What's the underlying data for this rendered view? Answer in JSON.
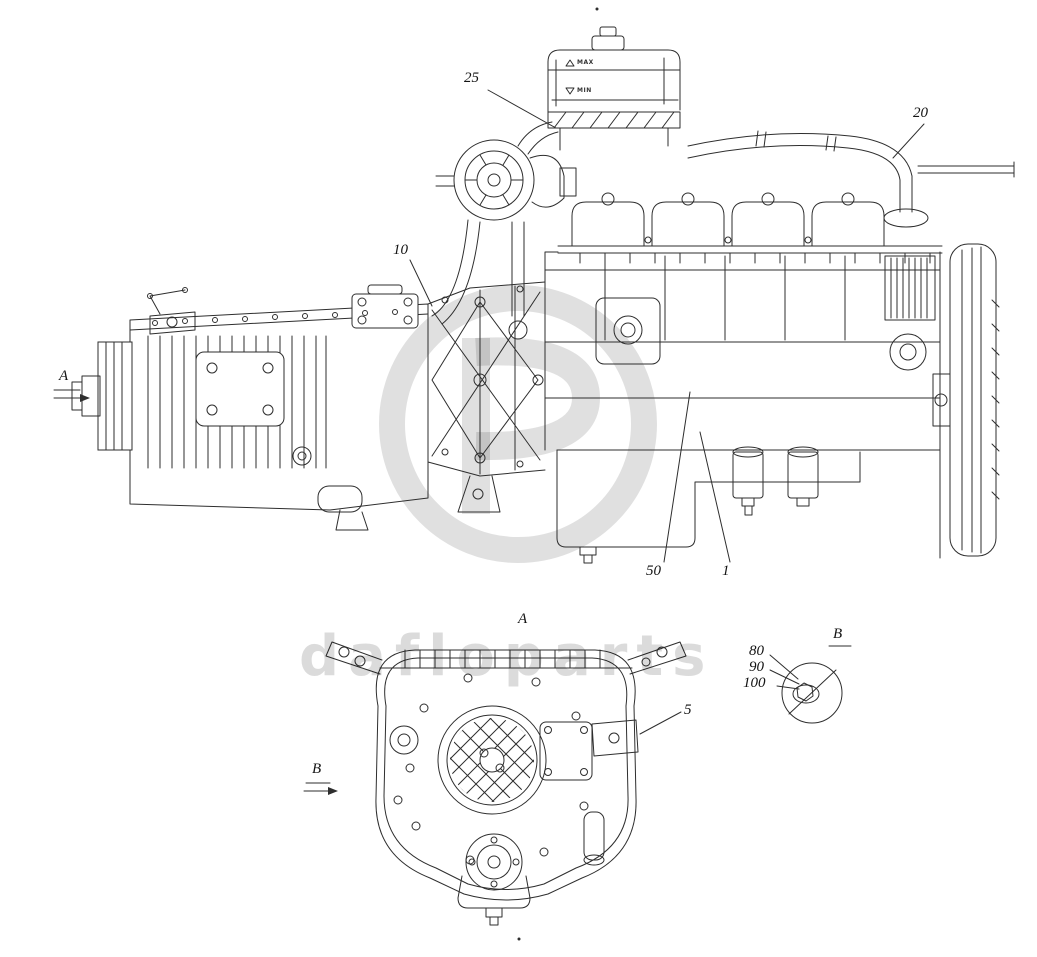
{
  "diagram": {
    "watermark_text": "dafloparts",
    "tank_labels": {
      "max": "MAX",
      "min": "MIN"
    },
    "callouts": {
      "c25": "25",
      "c20": "20",
      "c10": "10",
      "c50": "50",
      "c1": "1",
      "c5": "5",
      "c80": "80",
      "c90": "90",
      "c100": "100"
    },
    "views": {
      "side_arrow": "A",
      "bottom_title": "A",
      "bottom_arrow": "B",
      "detail_title": "B"
    }
  }
}
